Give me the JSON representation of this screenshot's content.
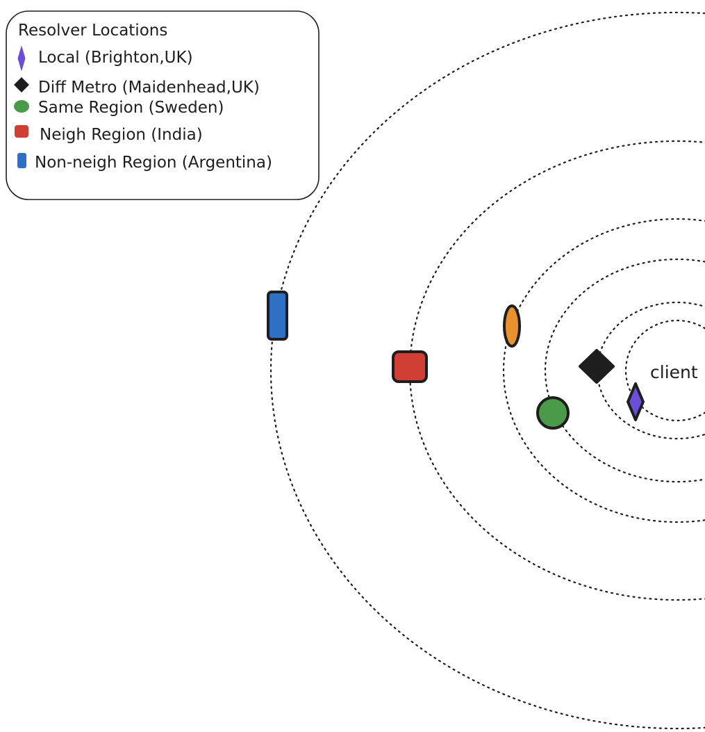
{
  "legend": {
    "title": "Resolver Locations",
    "items": [
      {
        "label": "Local (Brighton,UK)",
        "shape": "diamond-tall",
        "color": "#6b4fd8"
      },
      {
        "label": "Diff Metro (Maidenhead,UK)",
        "shape": "diamond",
        "color": "#1e1e1e"
      },
      {
        "label": "Same Region (Sweden)",
        "shape": "ellipse",
        "color": "#4a9a4a"
      },
      {
        "label": "Neigh Region (India)",
        "shape": "rounded-square",
        "color": "#d03e34"
      },
      {
        "label": "Non-neigh Region (Argentina)",
        "shape": "rounded-rect-tall",
        "color": "#2f70c4"
      }
    ]
  },
  "client_label": "client",
  "markers": [
    {
      "name": "local-resolver-marker",
      "shape": "diamond-tall",
      "color": "#6b4fd8"
    },
    {
      "name": "diff-metro-resolver-marker",
      "shape": "diamond",
      "color": "#1e1e1e"
    },
    {
      "name": "orange-resolver-marker",
      "shape": "ellipse-tall",
      "color": "#e8912e"
    },
    {
      "name": "same-region-resolver-marker",
      "shape": "circle",
      "color": "#4a9a4a"
    },
    {
      "name": "neigh-region-resolver-marker",
      "shape": "rounded-square",
      "color": "#d03e34"
    },
    {
      "name": "non-neigh-region-resolver-marker",
      "shape": "rounded-rect-tall",
      "color": "#2f70c4"
    }
  ],
  "ring_stroke_color": "#1e1e1e",
  "marker_stroke_color": "#1e1e1e"
}
